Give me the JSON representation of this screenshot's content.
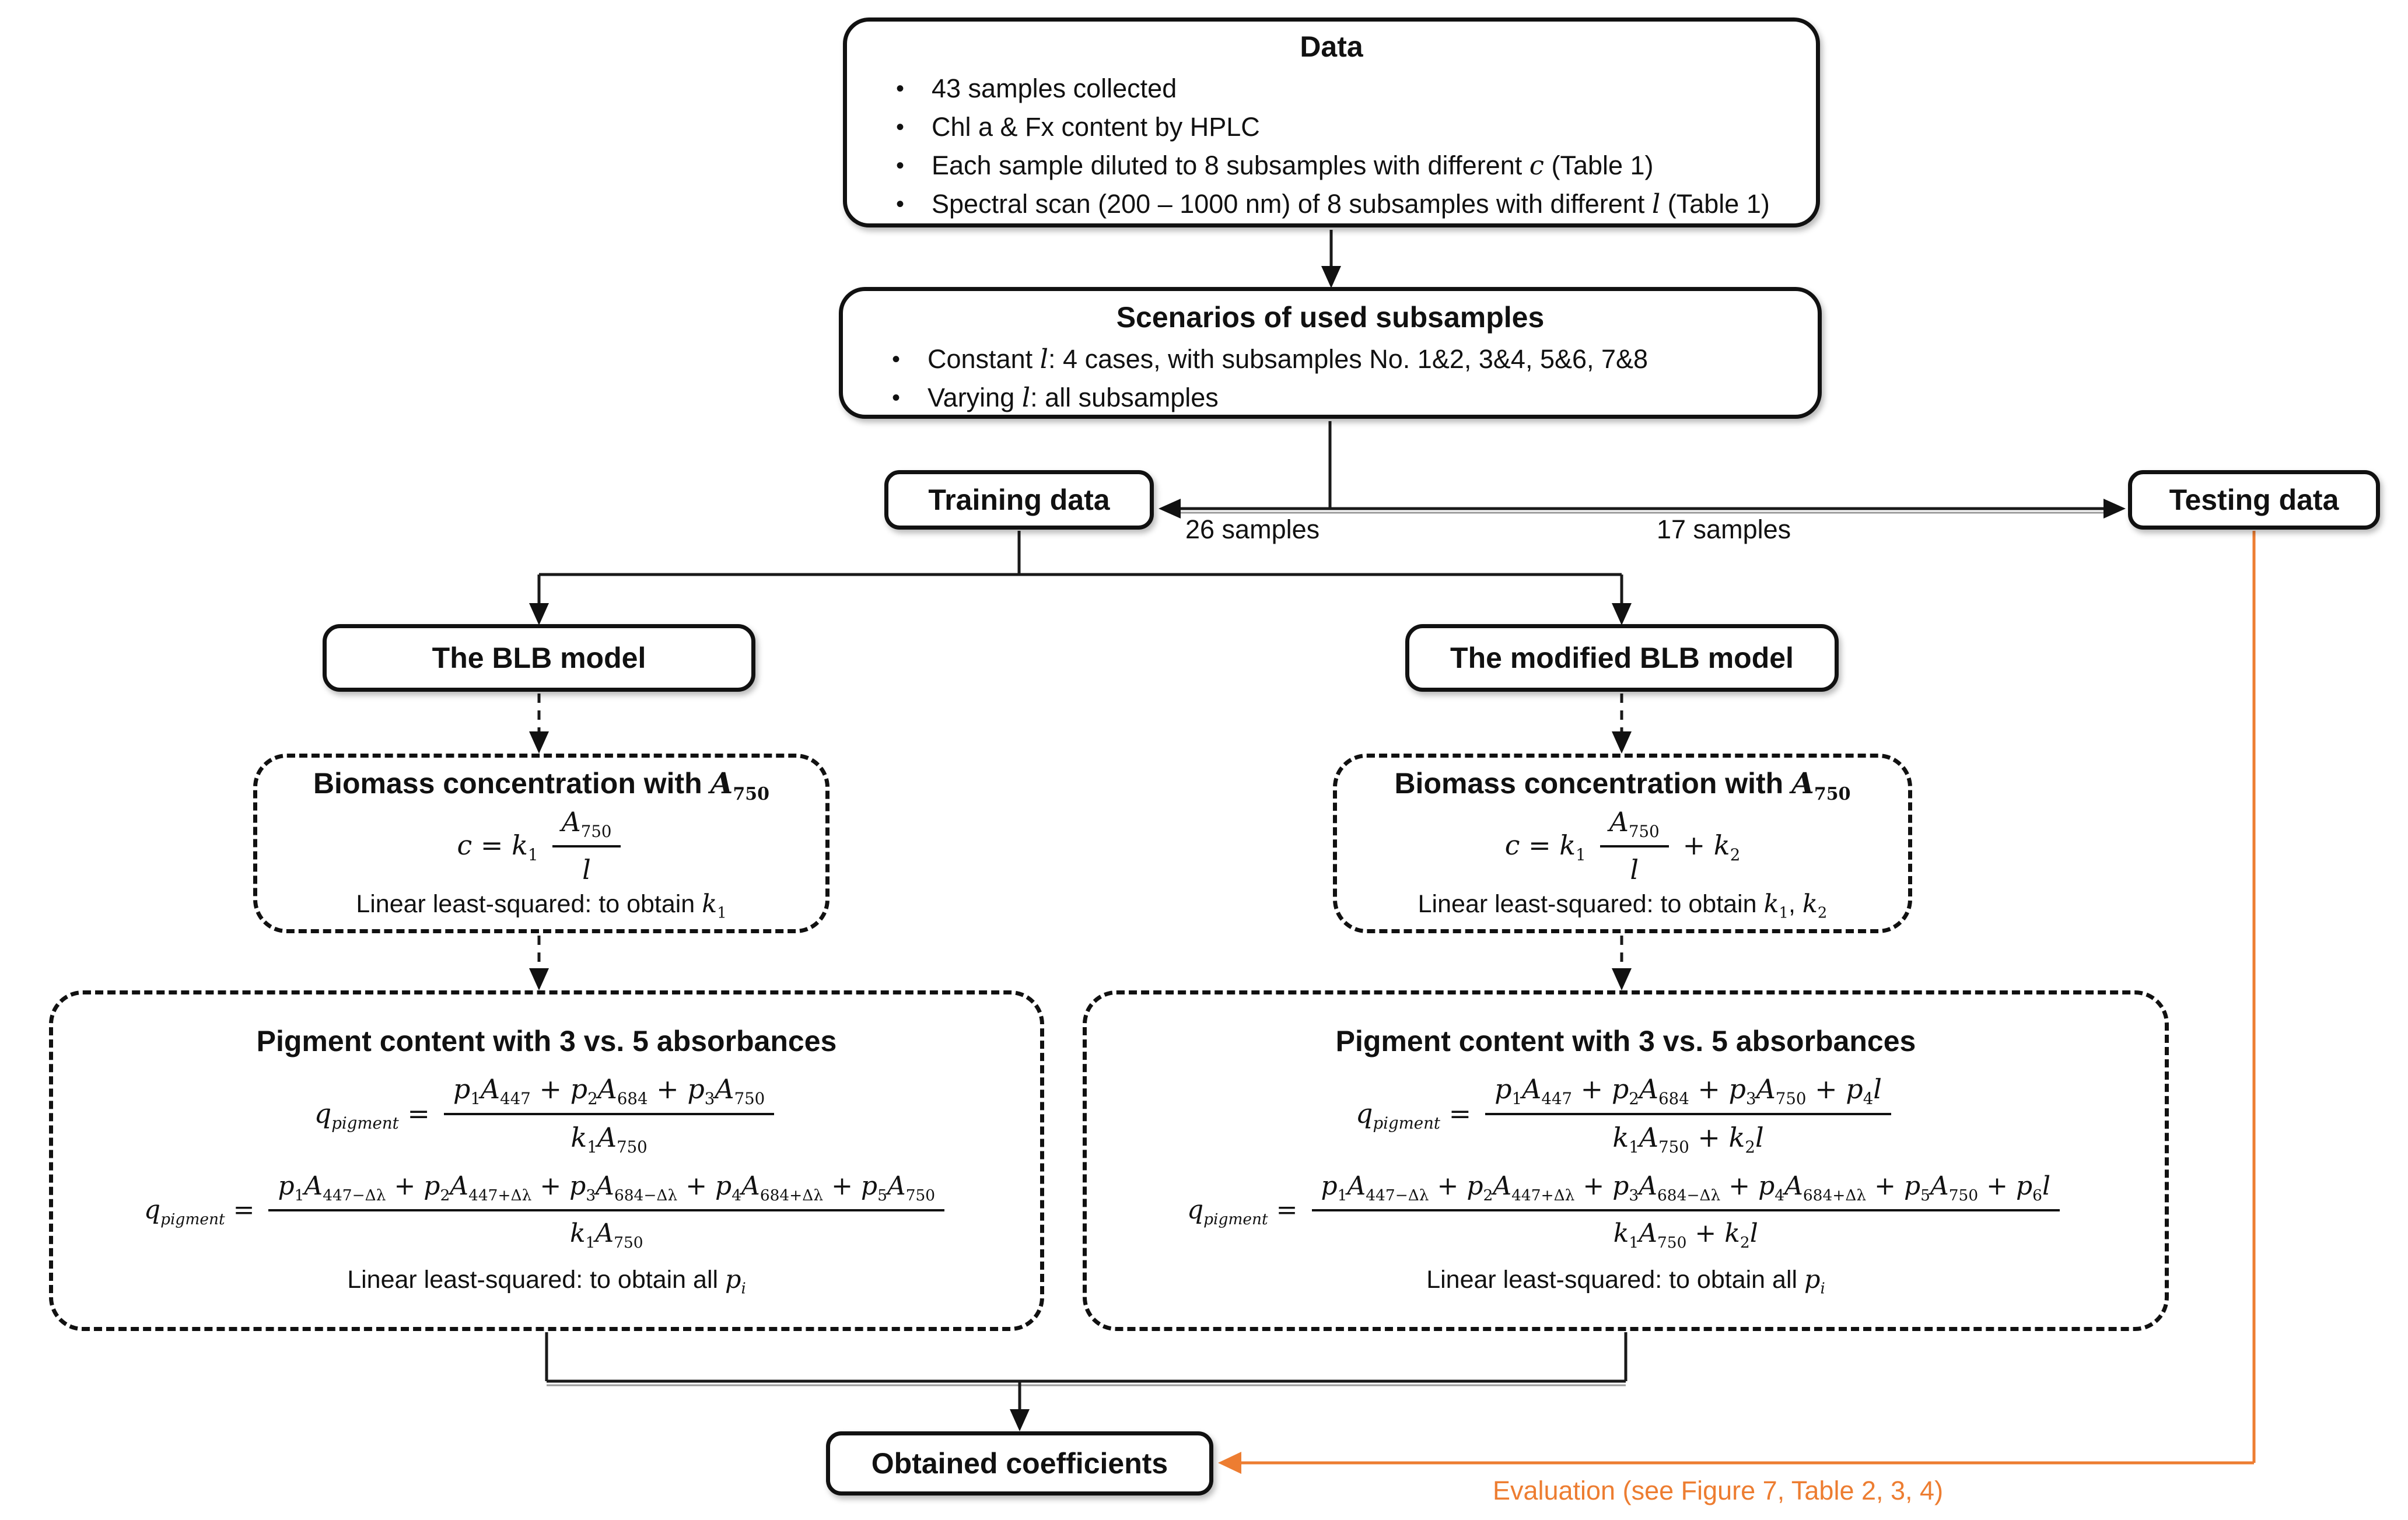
{
  "colors": {
    "accent_orange": "#ED7D31",
    "line_black": "#111111"
  },
  "boxes": {
    "data": {
      "title": "Data",
      "bullets": [
        "43 samples collected",
        "Chl a & Fx content by HPLC",
        "Each sample diluted to 8 subsamples with different *c* (Table 1)",
        "Spectral scan (200 – 1000 nm) of 8 subsamples with different *l* (Table 1)"
      ]
    },
    "scenarios": {
      "title": "Scenarios of used subsamples",
      "bullets": [
        "Constant *l*: 4 cases, with subsamples No. 1&2, 3&4, 5&6, 7&8",
        "Varying *l*: all subsamples"
      ]
    },
    "training": {
      "label": "Training data"
    },
    "testing": {
      "label": "Testing data"
    },
    "blb": {
      "label": "The BLB model"
    },
    "modified_blb": {
      "label": "The modified BLB model"
    },
    "biomass_left": {
      "title": "Biomass concentration with *A*_{750}",
      "formula": {
        "pre": "c = k_{1}",
        "num": "A_{750}",
        "den": "l",
        "post": ""
      },
      "footer": "Linear least-squared: to obtain *k*_{1}"
    },
    "biomass_right": {
      "title": "Biomass concentration with *A*_{750}",
      "formula": {
        "pre": "c = k_{1}",
        "num": "A_{750}",
        "den": "l",
        "post": "+ k_{2}"
      },
      "footer": "Linear least-squared: to obtain *k*_{1}, *k*_{2}"
    },
    "pigment_left": {
      "title": "Pigment content with 3 vs. 5 absorbances",
      "formula1": {
        "pre": "q_{pigment} =",
        "num": "p_{1}A_{447} + p_{2}A_{684} + p_{3}A_{750}",
        "den": "k_{1}A_{750}",
        "post": ""
      },
      "formula2": {
        "pre": "q_{pigment} =",
        "num": "p_{1}A_{447−Δλ} + p_{2}A_{447+Δλ} + p_{3}A_{684−Δλ} + p_{4}A_{684+Δλ} + p_{5}A_{750}",
        "den": "k_{1}A_{750}",
        "post": ""
      },
      "footer": "Linear least-squared: to obtain all *p*_{i}"
    },
    "pigment_right": {
      "title": "Pigment content with 3 vs. 5 absorbances",
      "formula1": {
        "pre": "q_{pigment} =",
        "num": "p_{1}A_{447} + p_{2}A_{684} + p_{3}A_{750} + p_{4}l",
        "den": "k_{1}A_{750} + k_{2}l",
        "post": ""
      },
      "formula2": {
        "pre": "q_{pigment} =",
        "num": "p_{1}A_{447−Δλ} + p_{2}A_{447+Δλ} + p_{3}A_{684−Δλ} + p_{4}A_{684+Δλ} + p_{5}A_{750} + p_{6}l",
        "den": "k_{1}A_{750} + k_{2}l",
        "post": ""
      },
      "footer": "Linear least-squared: to obtain all *p*_{i}"
    },
    "obtained": {
      "label": "Obtained coefficients"
    }
  },
  "labels": {
    "samples_26": "26 samples",
    "samples_17": "17 samples",
    "evaluation": "Evaluation (see Figure 7, Table 2, 3, 4)"
  }
}
